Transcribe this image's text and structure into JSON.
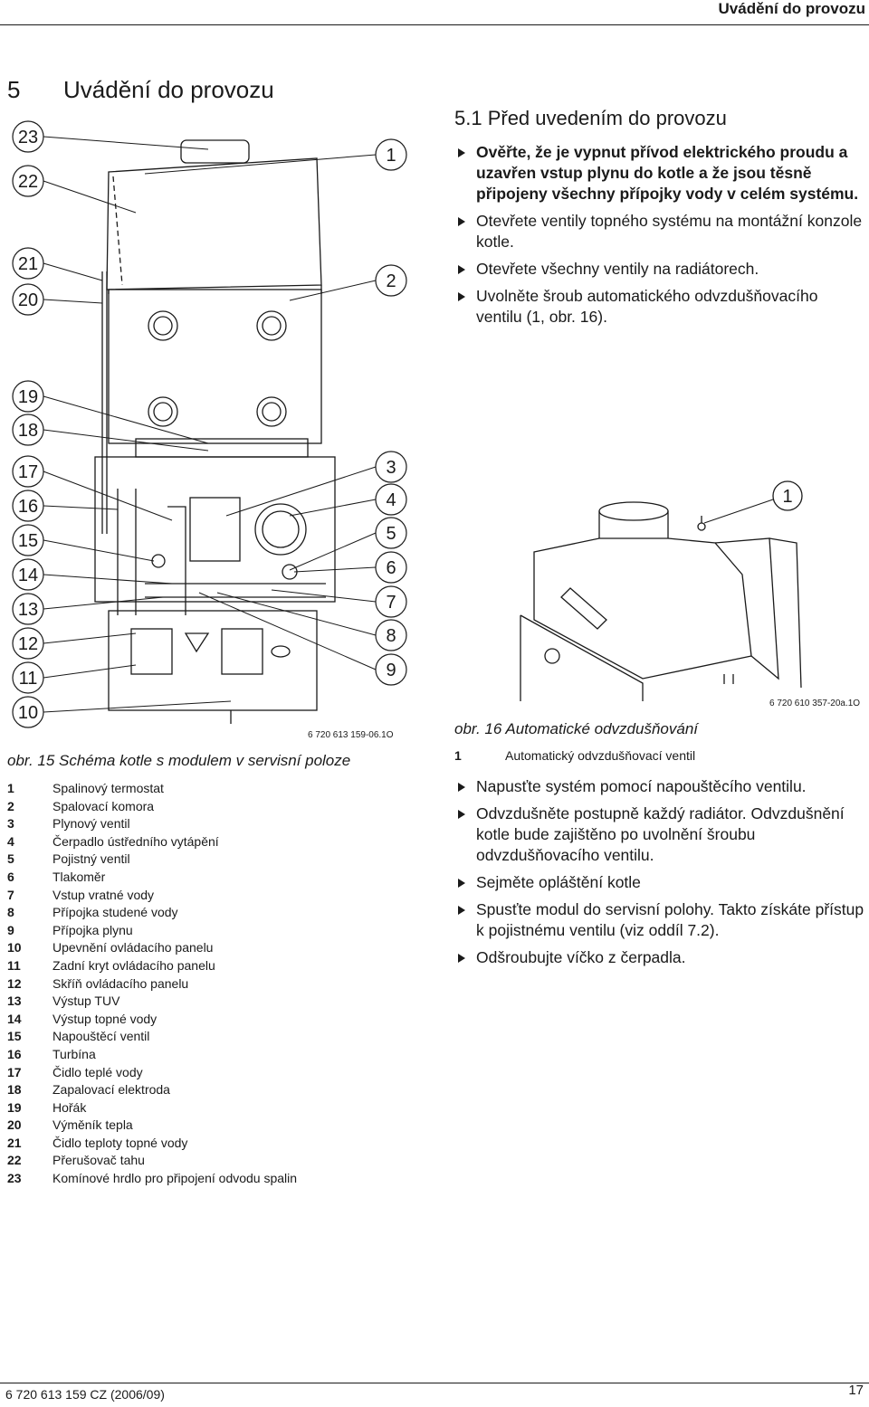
{
  "header": {
    "title": "Uvádění do provozu"
  },
  "section": {
    "number": "5",
    "title": "Uvádění do provozu"
  },
  "figure15": {
    "image_id": "6 720 613 159-06.1O",
    "caption": "obr. 15 Schéma kotle s modulem v servisní poloze",
    "callouts": [
      "23",
      "22",
      "21",
      "20",
      "19",
      "18",
      "17",
      "16",
      "15",
      "14",
      "13",
      "12",
      "11",
      "10",
      "1",
      "2",
      "3",
      "4",
      "5",
      "6",
      "7",
      "8",
      "9"
    ],
    "legend": [
      {
        "n": "1",
        "text": "Spalinový termostat"
      },
      {
        "n": "2",
        "text": "Spalovací komora"
      },
      {
        "n": "3",
        "text": "Plynový ventil"
      },
      {
        "n": "4",
        "text": "Čerpadlo ústředního vytápění"
      },
      {
        "n": "5",
        "text": "Pojistný ventil"
      },
      {
        "n": "6",
        "text": "Tlakoměr"
      },
      {
        "n": "7",
        "text": "Vstup vratné vody"
      },
      {
        "n": "8",
        "text": "Přípojka studené vody"
      },
      {
        "n": "9",
        "text": "Přípojka plynu"
      },
      {
        "n": "10",
        "text": "Upevnění ovládacího panelu"
      },
      {
        "n": "11",
        "text": "Zadní kryt ovládacího panelu"
      },
      {
        "n": "12",
        "text": "Skříň ovládacího panelu"
      },
      {
        "n": "13",
        "text": "Výstup TUV"
      },
      {
        "n": "14",
        "text": "Výstup topné vody"
      },
      {
        "n": "15",
        "text": "Napouštěcí ventil"
      },
      {
        "n": "16",
        "text": "Turbína"
      },
      {
        "n": "17",
        "text": "Čidlo teplé vody"
      },
      {
        "n": "18",
        "text": "Zapalovací elektroda"
      },
      {
        "n": "19",
        "text": "Hořák"
      },
      {
        "n": "20",
        "text": "Výměník tepla"
      },
      {
        "n": "21",
        "text": "Čidlo teploty topné vody"
      },
      {
        "n": "22",
        "text": "Přerušovač tahu"
      },
      {
        "n": "23",
        "text": "Komínové hrdlo pro připojení odvodu spalin"
      }
    ]
  },
  "subsection": {
    "title": "5.1 Před uvedením do provozu",
    "steps_top": [
      "Ověřte, že je vypnut přívod elektrického proudu a uzavřen vstup plynu do kotle a že jsou těsně připojeny všechny přípojky vody v celém systému.",
      "Otevřete ventily topného systému na montážní konzole kotle.",
      "Otevřete všechny ventily na radiátorech.",
      "Uvolněte šroub automatického odvzdušňovacího ventilu (1, obr. 16)."
    ],
    "steps_bottom": [
      "Napusťte systém pomocí napouštěcího ventilu.",
      "Odvzdušněte postupně každý radiátor. Odvzdušnění kotle bude zajištěno po uvolnění šroubu odvzdušňovacího ventilu.",
      "Sejměte opláštění kotle",
      "Spusťte modul do servisní polohy. Takto získáte přístup k pojistnému ventilu (viz oddíl 7.2).",
      "Odšroubujte víčko z čerpadla."
    ]
  },
  "figure16": {
    "image_id": "6 720 610 357-20a.1O",
    "caption": "obr. 16 Automatické odvzdušňování",
    "callout": "1",
    "legend": [
      {
        "n": "1",
        "text": "Automatický odvzdušňovací ventil"
      }
    ]
  },
  "footer": {
    "doc_code": "6 720 613 159 CZ (2006/09)",
    "page": "17"
  }
}
